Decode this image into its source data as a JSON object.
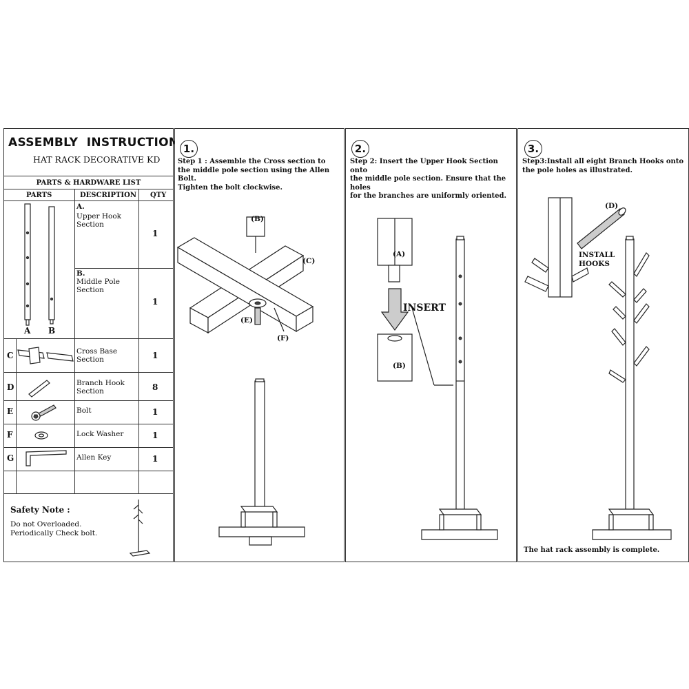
{
  "header": {
    "title": "ASSEMBLY  INSTRUCTIONS",
    "subtitle": "HAT RACK DECORATIVE KD"
  },
  "parts_list": {
    "title": "PARTS & HARDWARE LIST",
    "columns": [
      "PARTS",
      "DESCRIPTION",
      "QTY"
    ],
    "ab_labels": [
      "A",
      "B"
    ],
    "rows": [
      {
        "letter": "A.",
        "description": "Upper Hook\nSection",
        "qty": "1"
      },
      {
        "letter": "B.",
        "description": "Middle Pole\nSection",
        "qty": "1"
      },
      {
        "letter": "C",
        "description": "Cross Base\nSection",
        "qty": "1"
      },
      {
        "letter": "D",
        "description": "Branch Hook\nSection",
        "qty": "8"
      },
      {
        "letter": "E",
        "description": "Bolt",
        "qty": "1"
      },
      {
        "letter": "F",
        "description": "Lock Washer",
        "qty": "1"
      },
      {
        "letter": "G",
        "description": "Allen Key",
        "qty": "1"
      }
    ]
  },
  "safety": {
    "title": "Safety Note :",
    "line1": "Do not Overloaded.",
    "line2": "Periodically Check bolt."
  },
  "steps": [
    {
      "number": "1.",
      "text": "Step 1 : Assemble the Cross section to\nthe middle pole section using the Allen Bolt.\nTighten the bolt clockwise.",
      "callouts": {
        "b": "(B)",
        "c": "(C)",
        "e": "(E)",
        "f": "(F)"
      }
    },
    {
      "number": "2.",
      "text": "Step 2: Insert the Upper Hook Section onto\nthe middle pole section. Ensure that the holes\nfor the branches are uniformly oriented.",
      "callouts": {
        "a": "(A)",
        "b": "(B)",
        "insert": "INSERT"
      }
    },
    {
      "number": "3.",
      "text": "Step3:Install all eight Branch Hooks onto\nthe pole holes as illustrated.",
      "callouts": {
        "d": "(D)",
        "install_1": "INSTALL",
        "install_2": "HOOKS"
      },
      "footer": "The hat rack assembly is complete."
    }
  ]
}
